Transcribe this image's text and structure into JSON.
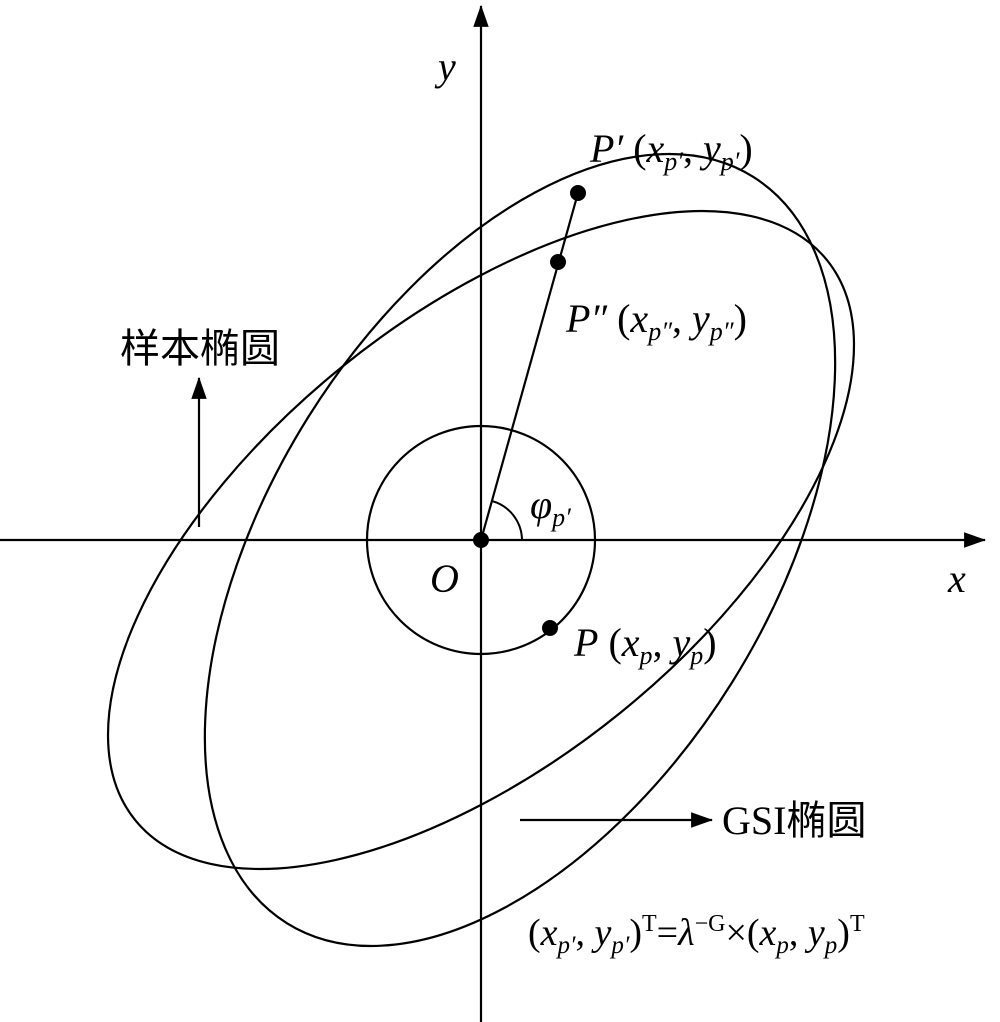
{
  "axes": {
    "x_label": "x",
    "y_label": "y",
    "origin_label": "O"
  },
  "points": {
    "p_prime": {
      "name": "P′",
      "sub": "p′"
    },
    "p_double": {
      "name": "P″",
      "sub": "p″"
    },
    "p": {
      "name": "P",
      "sub": "p"
    }
  },
  "angle": {
    "symbol": "φ",
    "sub": "p′"
  },
  "labels": {
    "sample_ellipse": "样本椭圆",
    "gsi_ellipse": "GSI椭圆"
  },
  "equation": {
    "lambda": "λ",
    "exponent": "−G",
    "transpose": "T",
    "times": "×",
    "equals": "="
  },
  "colors": {
    "stroke": "#000000",
    "background": "#ffffff"
  }
}
